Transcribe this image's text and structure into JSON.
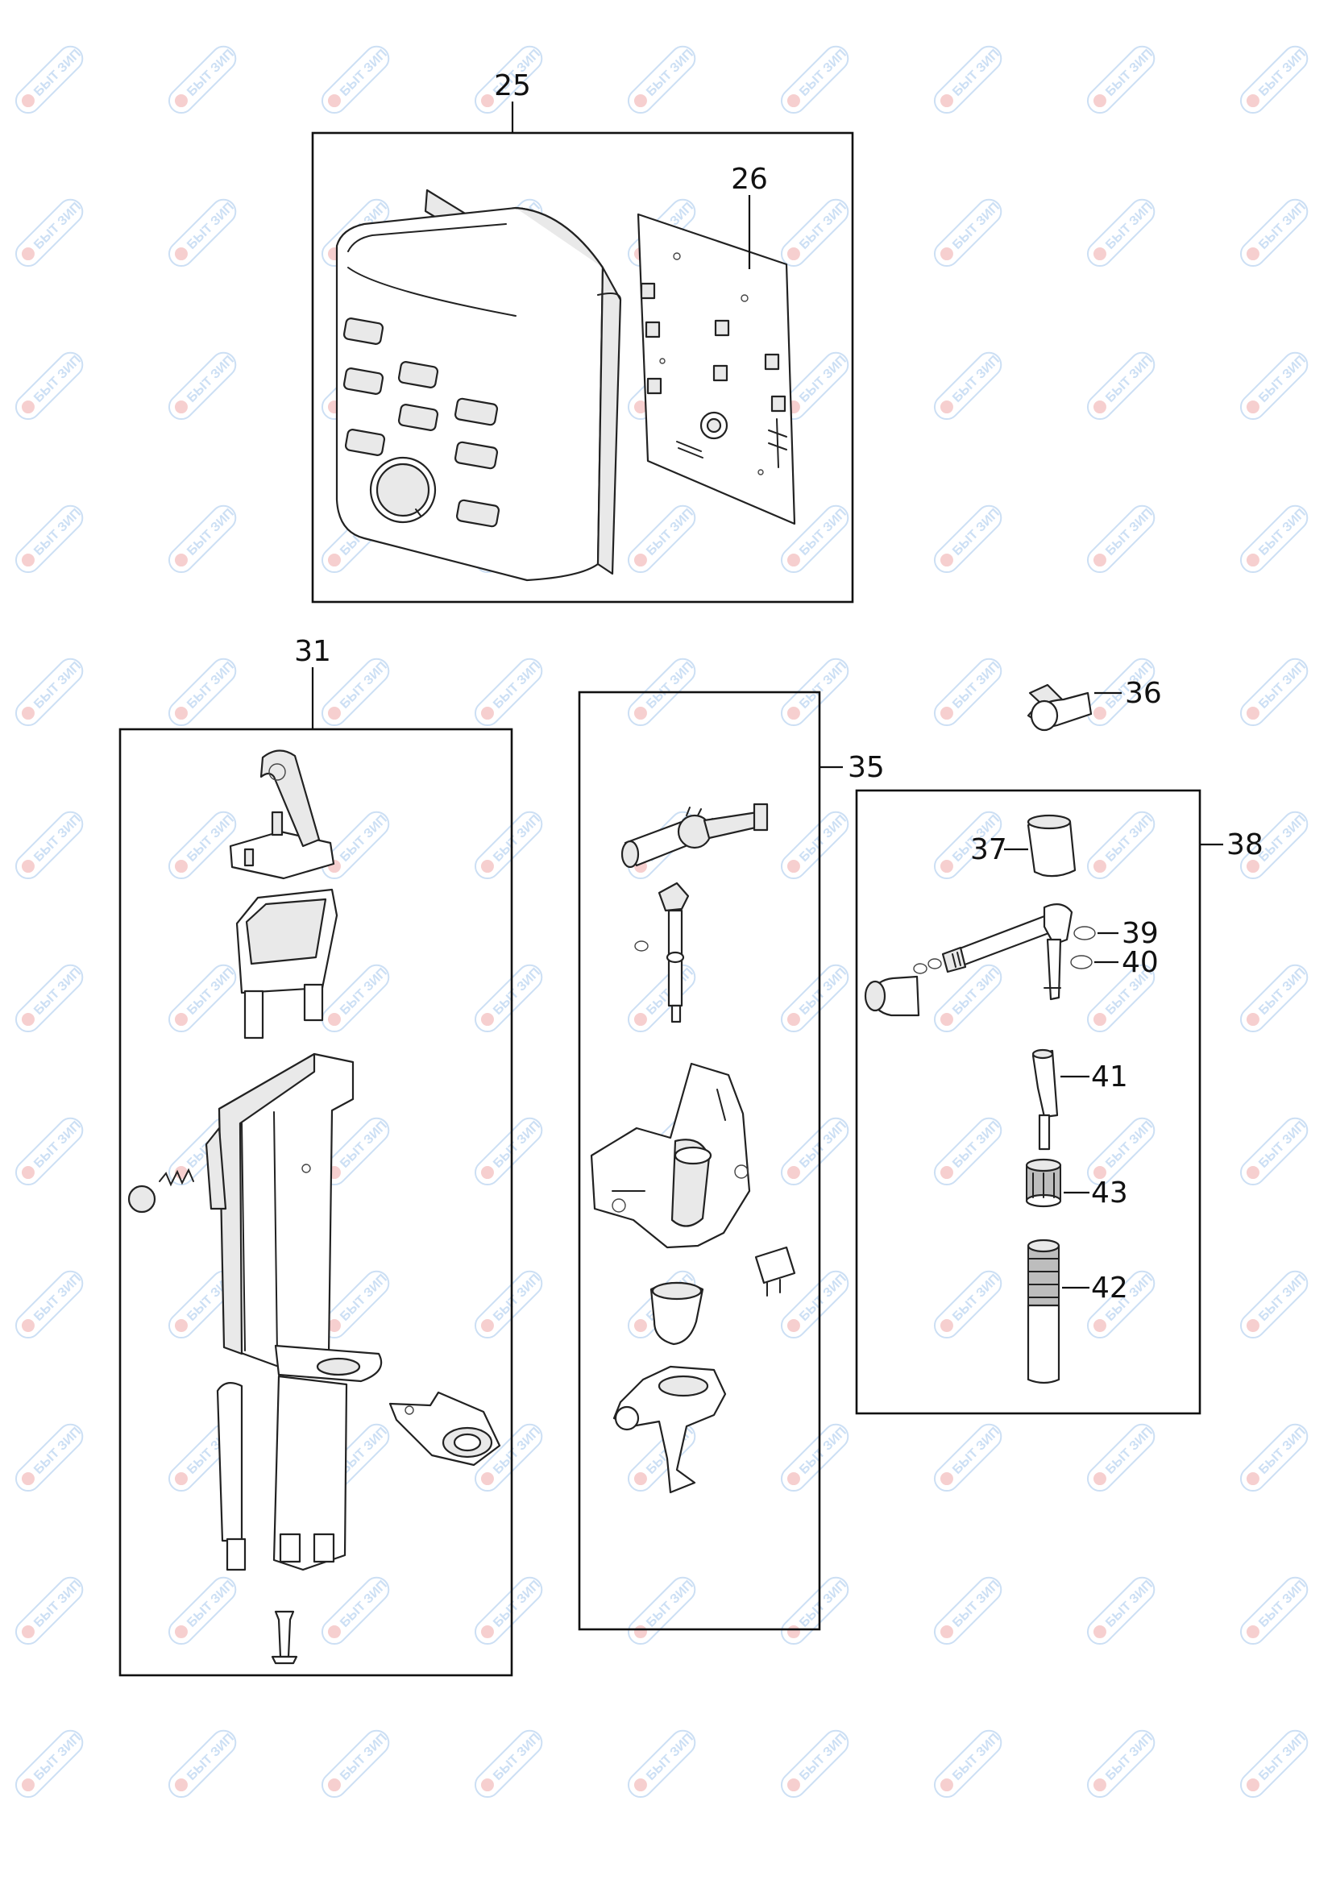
{
  "diagram": {
    "watermark_text": "БЫТ ЗИП",
    "callouts": [
      {
        "id": "c25",
        "label": "25"
      },
      {
        "id": "c26",
        "label": "26"
      },
      {
        "id": "c31",
        "label": "31"
      },
      {
        "id": "c35",
        "label": "35"
      },
      {
        "id": "c36",
        "label": "36"
      },
      {
        "id": "c37",
        "label": "37"
      },
      {
        "id": "c38",
        "label": "38"
      },
      {
        "id": "c39",
        "label": "39"
      },
      {
        "id": "c40",
        "label": "40"
      },
      {
        "id": "c41",
        "label": "41"
      },
      {
        "id": "c42",
        "label": "42"
      },
      {
        "id": "c43",
        "label": "43"
      }
    ]
  }
}
